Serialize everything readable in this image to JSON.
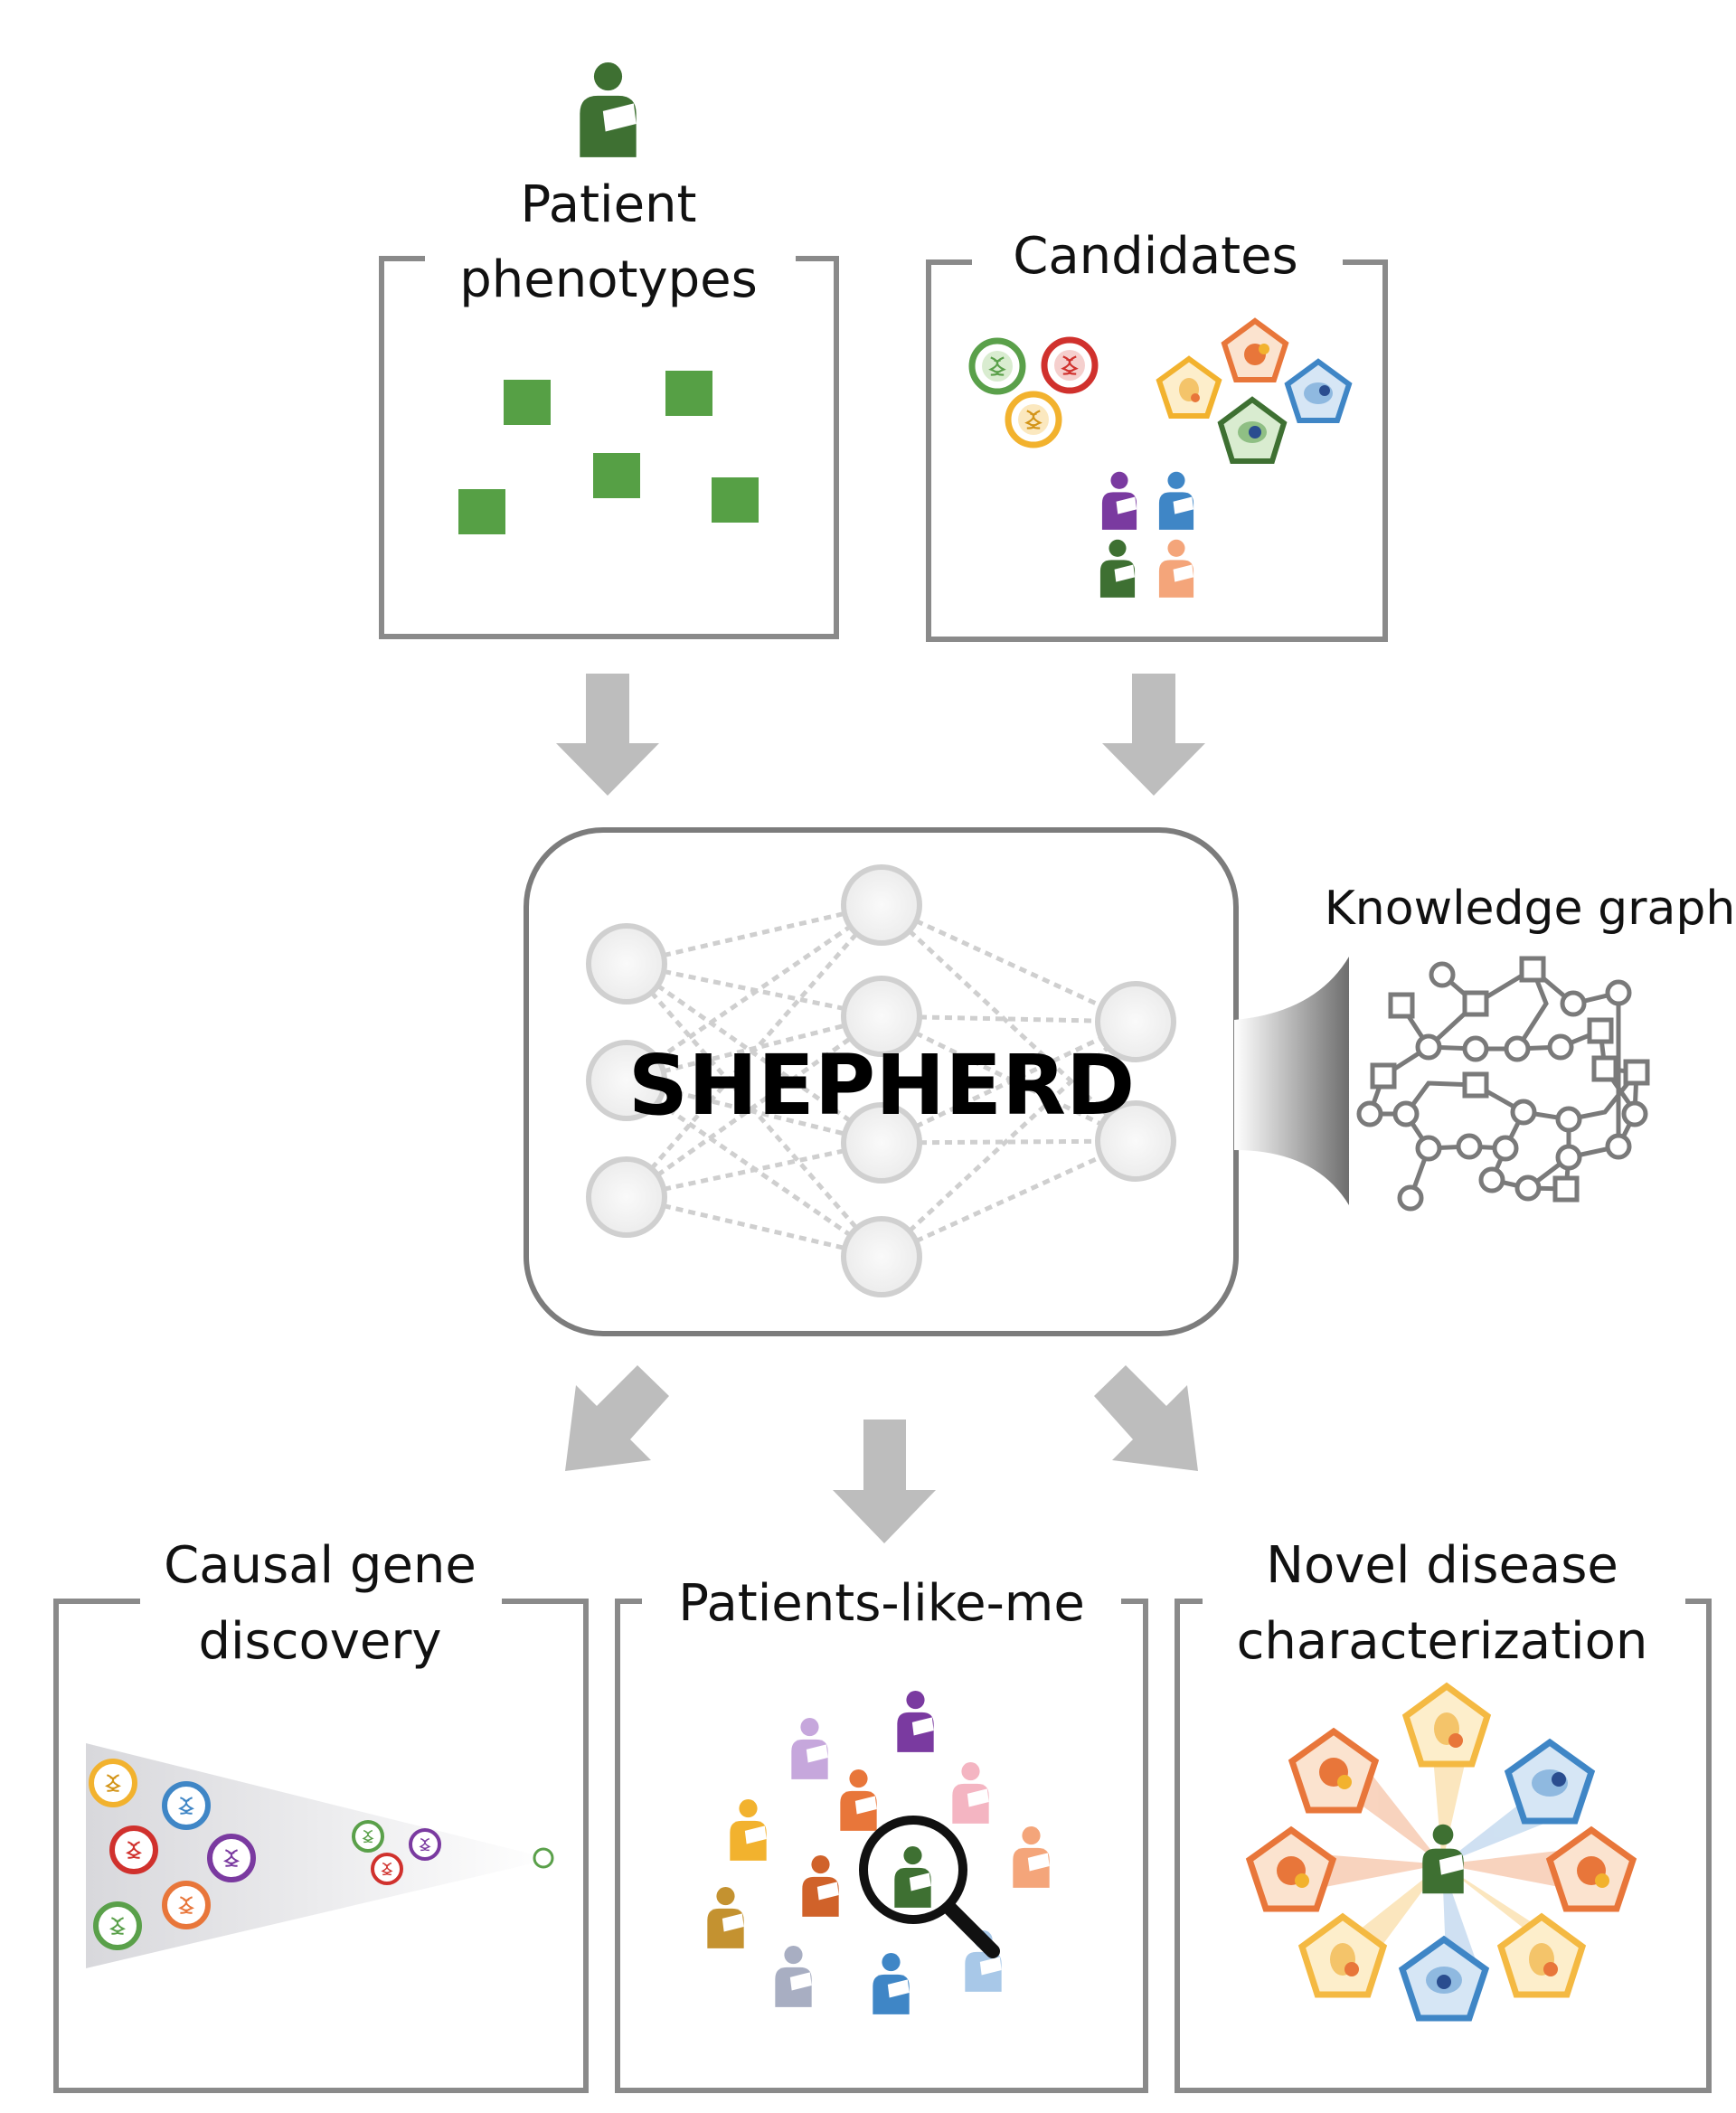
{
  "inputs": {
    "patient_phenotypes": {
      "line1": "Patient",
      "line2": "phenotypes"
    },
    "candidates": {
      "label": "Candidates"
    }
  },
  "model": {
    "name": "SHEPHERD"
  },
  "knowledge_graph": {
    "label": "Knowledge graph"
  },
  "outputs": {
    "causal_gene": {
      "line1": "Causal gene",
      "line2": "discovery"
    },
    "patients_like_me": {
      "label": "Patients-like-me"
    },
    "novel_disease": {
      "line1": "Novel disease",
      "line2": "characterization"
    }
  },
  "colors": {
    "phenotype_green": "#56a045",
    "patient_green": "#3e7032",
    "frame_gray": "#8a8a8a",
    "arrow_gray": "#bdbdbd",
    "node_gray": "#cfcfcf",
    "gene_green": "#5aa04a",
    "gene_red": "#d0312d",
    "gene_yellow": "#f2b22e",
    "gene_blue": "#3f86c6",
    "gene_purple": "#7a3aa0",
    "gene_orange": "#e8763a",
    "disease_orange": "#e8763a",
    "disease_yellow": "#f4b942",
    "disease_blue": "#3f86c6"
  },
  "icons": {
    "patient": "patient-sling-icon",
    "gene": "dna-circle-icon",
    "disease": "organ-pentagon-icon",
    "search": "magnifier-icon"
  }
}
